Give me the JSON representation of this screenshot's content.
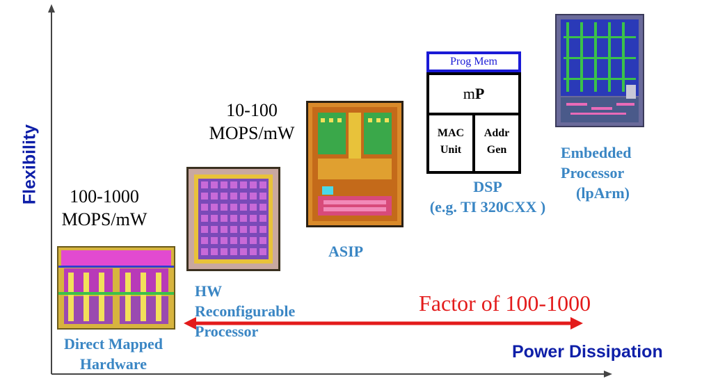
{
  "axes": {
    "y_label": "Flexibility",
    "x_label": "Power Dissipation"
  },
  "efficiency": {
    "e1_line1": "100-1000",
    "e1_line2": "MOPS/mW",
    "e2_line1": "10-100",
    "e2_line2": "MOPS/mW"
  },
  "captions": {
    "direct_line1": "Direct Mapped",
    "direct_line2": "Hardware",
    "hw_line1": "HW",
    "hw_line2": "Reconfigurable",
    "hw_line3": "Processor",
    "asip": "ASIP",
    "dsp_line1": "DSP",
    "dsp_line2": "(e.g. TI 320CXX )",
    "emb_line1": "Embedded",
    "emb_line2": "Processor",
    "emb_line3": "(lpArm)"
  },
  "dsp_block": {
    "prog_mem": "Prog Mem",
    "mp_m": "m",
    "mp_p": "P",
    "mac_line1": "MAC",
    "mac_line2": "Unit",
    "addr_line1": "Addr",
    "addr_line2": "Gen"
  },
  "factor": "Factor of 100-1000",
  "colors": {
    "axis_label": "#0e1fa8",
    "caption": "#3a86c4",
    "arrow": "#e31b1b",
    "prog_mem_border": "#1a1ad6"
  }
}
